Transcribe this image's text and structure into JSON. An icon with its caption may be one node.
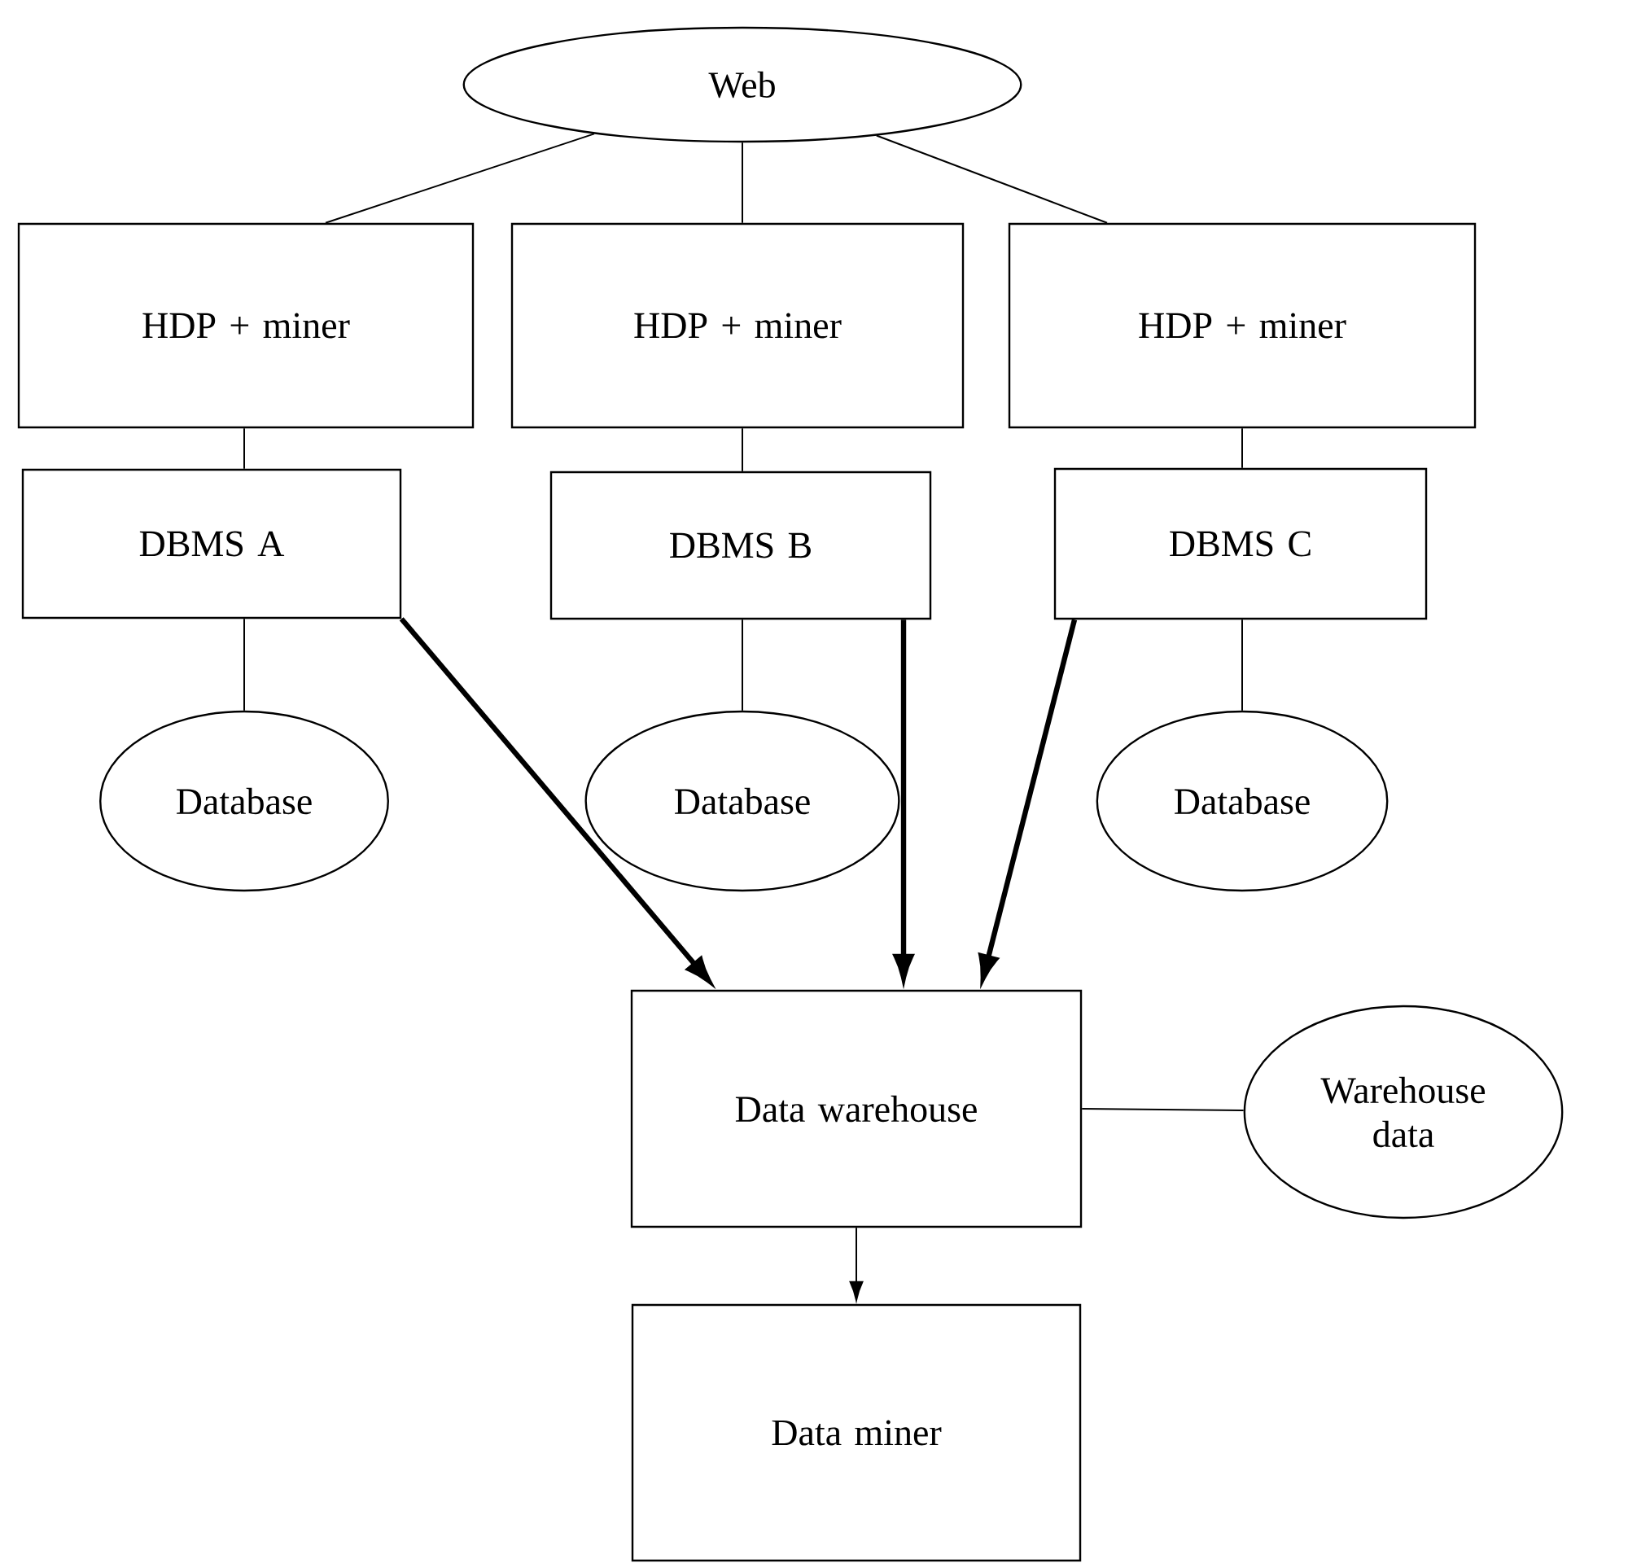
{
  "diagram": {
    "nodes": [
      {
        "text": [
          "Web"
        ]
      },
      {
        "text": [
          "HDP + miner"
        ]
      },
      {
        "text": [
          "HDP + miner"
        ]
      },
      {
        "text": [
          "HDP + miner"
        ]
      },
      {
        "text": [
          "DBMS A"
        ]
      },
      {
        "text": [
          "DBMS B"
        ]
      },
      {
        "text": [
          "DBMS C"
        ]
      },
      {
        "text": [
          "Database"
        ]
      },
      {
        "text": [
          "Database"
        ]
      },
      {
        "text": [
          "Database"
        ]
      },
      {
        "text": [
          "Data warehouse"
        ]
      },
      {
        "text": [
          "Warehouse data"
        ]
      },
      {
        "text": [
          "Data miner"
        ]
      }
    ],
    "edges": [
      {
        "from": 0,
        "to": 1,
        "arrow": "none"
      },
      {
        "from": 0,
        "to": 2,
        "arrow": "none"
      },
      {
        "from": 0,
        "to": 3,
        "arrow": "none"
      },
      {
        "from": 1,
        "to": 4,
        "arrow": "none"
      },
      {
        "from": 2,
        "to": 5,
        "arrow": "none"
      },
      {
        "from": 3,
        "to": 6,
        "arrow": "none"
      },
      {
        "from": 4,
        "to": 7,
        "arrow": "none"
      },
      {
        "from": 5,
        "to": 8,
        "arrow": "none"
      },
      {
        "from": 6,
        "to": 9,
        "arrow": "none"
      },
      {
        "from": 4,
        "to": 10,
        "arrow": "to",
        "style": "thick"
      },
      {
        "from": 5,
        "to": 10,
        "arrow": "to",
        "style": "thick"
      },
      {
        "from": 6,
        "to": 10,
        "arrow": "to",
        "style": "thick"
      },
      {
        "from": 10,
        "to": 11,
        "arrow": "none"
      },
      {
        "from": 10,
        "to": 12,
        "arrow": "to"
      }
    ]
  }
}
